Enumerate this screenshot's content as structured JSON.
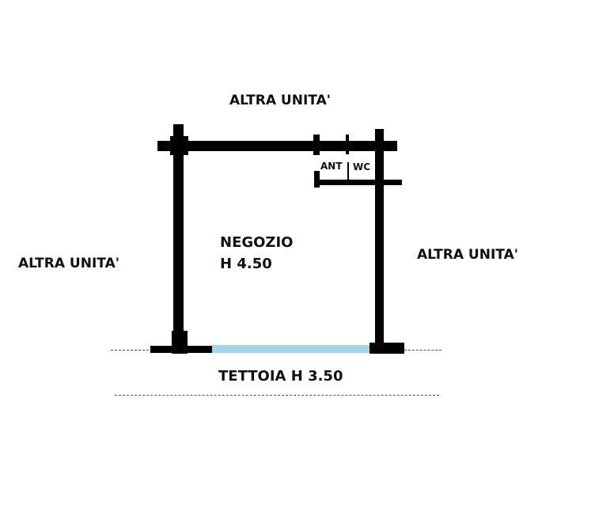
{
  "plan": {
    "labels": {
      "top_unit": "ALTRA UNITA'",
      "left_unit": "ALTRA UNITA'",
      "right_unit": "ALTRA UNITA'",
      "room_name": "NEGOZIO",
      "room_height": "H 4.50",
      "ant": "ANT",
      "wc": "WC",
      "canopy": "TETTOIA H 3.50"
    },
    "colors": {
      "wall": "#000000",
      "window": "#a3d7e8",
      "text": "#111111"
    }
  }
}
